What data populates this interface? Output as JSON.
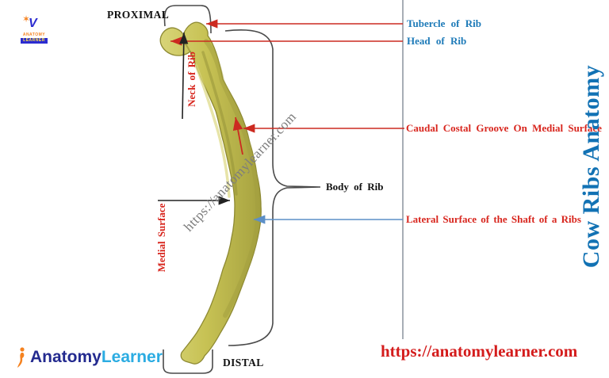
{
  "orientation": {
    "proximal": "PROXIMAL",
    "distal": "DISTAL"
  },
  "labels": {
    "tubercle_of_rib": "Tubercle of Rib",
    "head_of_rib": "Head of Rib",
    "neck_of_rib": "Neck of Rib",
    "caudal_costal_groove": "Caudal Costal Groove On Medial Surface",
    "body_of_rib": "Body of Rib",
    "lateral_surface": "Lateral Surface of the Shaft of a Ribs",
    "medial_surface": "Medial Surface"
  },
  "side_title": "Cow Ribs Anatomy",
  "watermark": "https://anatomylearner.com",
  "footer": {
    "url": "https://anatomylearner.com",
    "logo": {
      "part1": "Anatomy",
      "part2": "Learner"
    }
  },
  "corner_logo": {
    "mark": "V",
    "line1": "ANATOMY",
    "line2": "LEARNER"
  },
  "colors": {
    "label_red": "#d8261e",
    "label_blue": "#1d7ab8",
    "title_blue": "#1272b4",
    "line_blue": "#5c8fc7",
    "line_red": "#cc2a20",
    "bone_fill": "#c7c254",
    "bone_outline": "#8d8932",
    "divider_gray": "#a8aeb6",
    "url_red": "#d41c1c",
    "logo_navy": "#232a8f",
    "logo_cyan": "#2bace2",
    "logo_orange": "#f5821f"
  }
}
